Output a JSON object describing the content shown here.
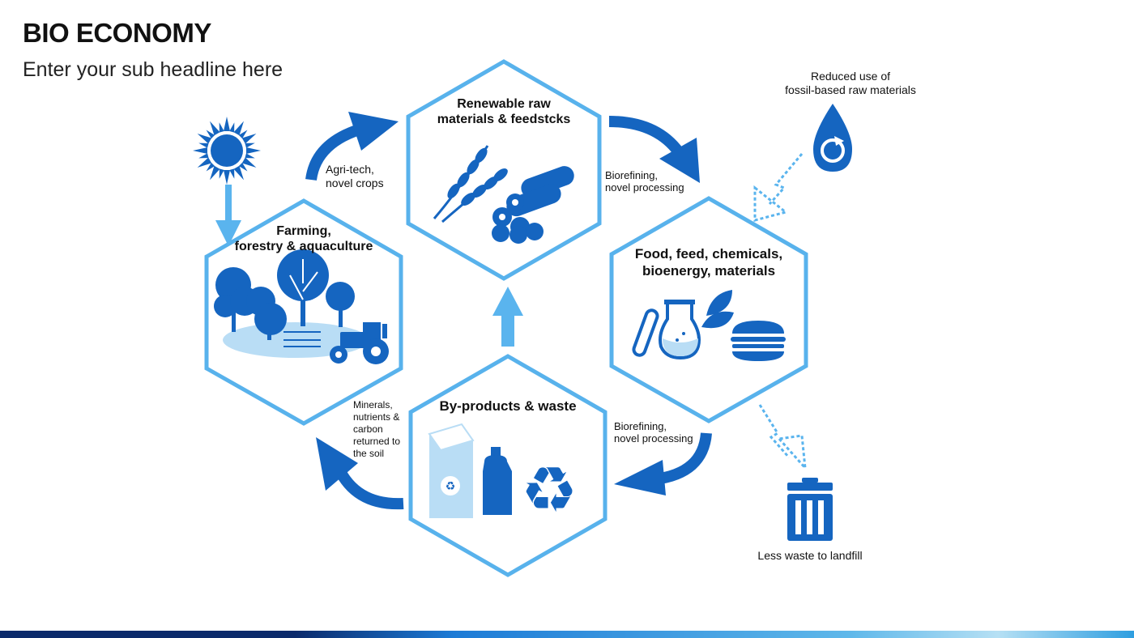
{
  "header": {
    "title": "BIO ECONOMY",
    "subtitle": "Enter your sub headline here"
  },
  "hexagons": {
    "renewable": "Renewable raw\nmaterials & feedstcks",
    "farming": "Farming,\nforestry & aquaculture",
    "products": "Food, feed, chemicals,\nbioenergy, materials",
    "byproducts": "By-products & waste"
  },
  "flows": {
    "agritech": "Agri-tech,\nnovel crops",
    "biorefining_top": "Biorefining,\nnovel processing",
    "biorefining_bottom": "Biorefining,\nnovel processing",
    "minerals": "Minerals,\nnutrients &\ncarbon\nreturned to\nthe soil"
  },
  "outcomes": {
    "fossil": "Reduced use of\nfossil-based raw materials",
    "landfill": "Less waste to landfill"
  },
  "icons": {
    "sun": "sun-icon",
    "wheat": "wheat-icon",
    "logs": "logs-icon",
    "trees": "trees-icon",
    "tractor": "tractor-icon",
    "flask": "flask-icon",
    "leaf": "leaf-icon",
    "burger": "burger-icon",
    "carton": "carton-icon",
    "bottle": "bottle-icon",
    "recycle": "recycle-icon",
    "drop": "drop-icon",
    "trash": "trash-icon"
  },
  "colors": {
    "primary": "#1565c0",
    "light": "#5ab4ee",
    "pale": "#b9ddf5"
  }
}
